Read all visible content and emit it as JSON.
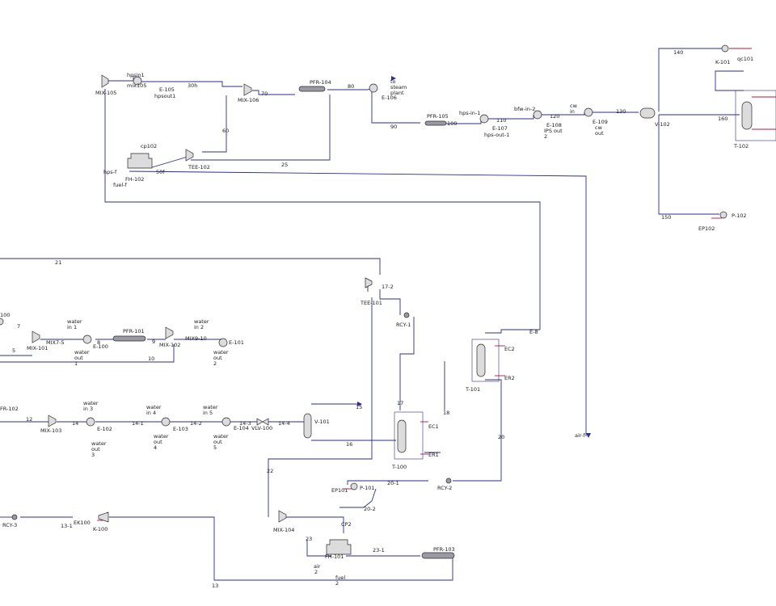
{
  "colors": {
    "material": "#2c2c8a",
    "energy": "#c0143c",
    "equipment": "#dcdcdc"
  },
  "unit_labels": [
    {
      "id": "mix-105",
      "text": "MIX-105"
    },
    {
      "id": "hpsin1",
      "text": "hpsin1"
    },
    {
      "id": "mix105",
      "text": "mix105"
    },
    {
      "id": "e-105",
      "text": "E-105"
    },
    {
      "id": "hpsout1",
      "text": "hpsout1"
    },
    {
      "id": "30h",
      "text": "30h"
    },
    {
      "id": "mix-106",
      "text": "MIX-106"
    },
    {
      "id": "s70",
      "text": "70"
    },
    {
      "id": "pfr-104",
      "text": "PFR-104"
    },
    {
      "id": "s80",
      "text": "80"
    },
    {
      "id": "to-steam",
      "text": "to"
    },
    {
      "id": "to-steam2",
      "text": "steam"
    },
    {
      "id": "to-steam3",
      "text": "plant"
    },
    {
      "id": "e-106",
      "text": "E-106"
    },
    {
      "id": "s60",
      "text": "60"
    },
    {
      "id": "cp102",
      "text": "cp102"
    },
    {
      "id": "hps-f",
      "text": "hps-f"
    },
    {
      "id": "50f",
      "text": "50f"
    },
    {
      "id": "fh-102",
      "text": "FH-102"
    },
    {
      "id": "fuel-f",
      "text": "fuel-f"
    },
    {
      "id": "tee-102",
      "text": "TEE-102"
    },
    {
      "id": "s25",
      "text": "25"
    },
    {
      "id": "s90",
      "text": "90"
    },
    {
      "id": "pfr-105",
      "text": "PFR-105"
    },
    {
      "id": "s100",
      "text": "100"
    },
    {
      "id": "hps-in-1",
      "text": "hps-in-1"
    },
    {
      "id": "s110",
      "text": "110"
    },
    {
      "id": "e-107",
      "text": "E-107"
    },
    {
      "id": "hps-out-1",
      "text": "hps-out-1"
    },
    {
      "id": "bfw-in-2",
      "text": "bfw-in-2"
    },
    {
      "id": "s120",
      "text": "120"
    },
    {
      "id": "e-108",
      "text": "E-108"
    },
    {
      "id": "ips-out",
      "text": "IPS out"
    },
    {
      "id": "ips-2",
      "text": "2"
    },
    {
      "id": "cw-in",
      "text": "cw"
    },
    {
      "id": "cw-in2",
      "text": "in"
    },
    {
      "id": "e-109",
      "text": "E-109"
    },
    {
      "id": "cw-out",
      "text": "cw"
    },
    {
      "id": "cw-out2",
      "text": "out"
    },
    {
      "id": "s130",
      "text": "130"
    },
    {
      "id": "v-102",
      "text": "V-102"
    },
    {
      "id": "s140",
      "text": "140"
    },
    {
      "id": "k-101",
      "text": "K-101"
    },
    {
      "id": "qc101",
      "text": "qc101"
    },
    {
      "id": "s160",
      "text": "160"
    },
    {
      "id": "t-102",
      "text": "T-102"
    },
    {
      "id": "s150",
      "text": "150"
    },
    {
      "id": "p-102",
      "text": "P-102"
    },
    {
      "id": "ep102",
      "text": "EP102"
    },
    {
      "id": "s21",
      "text": "21"
    },
    {
      "id": "s17-2",
      "text": "17-2"
    },
    {
      "id": "tee-101",
      "text": "TEE-101"
    },
    {
      "id": "rcy-1",
      "text": "RCY-1"
    },
    {
      "id": "e-8",
      "text": "E-8"
    },
    {
      "id": "ec2",
      "text": "EC2"
    },
    {
      "id": "er2",
      "text": "ER2"
    },
    {
      "id": "t-101",
      "text": "T-101"
    },
    {
      "id": "s100l",
      "text": "100"
    },
    {
      "id": "s7",
      "text": "7"
    },
    {
      "id": "s5",
      "text": "5"
    },
    {
      "id": "mix-101",
      "text": "MIX-101"
    },
    {
      "id": "mix7-5",
      "text": "MIX7-5"
    },
    {
      "id": "water-in1",
      "text": "water"
    },
    {
      "id": "water-in1b",
      "text": "in 1"
    },
    {
      "id": "s8",
      "text": "8"
    },
    {
      "id": "e-100",
      "text": "E-100"
    },
    {
      "id": "water-out",
      "text": "water"
    },
    {
      "id": "water-outb",
      "text": "out"
    },
    {
      "id": "s1",
      "text": "1"
    },
    {
      "id": "pfr-101",
      "text": "PFR-101"
    },
    {
      "id": "s9",
      "text": "9"
    },
    {
      "id": "mix-102",
      "text": "MIX-102"
    },
    {
      "id": "mix9-10",
      "text": "MIX9-10"
    },
    {
      "id": "water-in2",
      "text": "water"
    },
    {
      "id": "water-in2b",
      "text": "in 2"
    },
    {
      "id": "e-101",
      "text": "E-101"
    },
    {
      "id": "water-out2",
      "text": "water"
    },
    {
      "id": "water-out2b",
      "text": "out"
    },
    {
      "id": "s2",
      "text": "2"
    },
    {
      "id": "s10",
      "text": "10"
    },
    {
      "id": "fr-102",
      "text": "FR-102"
    },
    {
      "id": "s12",
      "text": "12"
    },
    {
      "id": "mix-103",
      "text": "MIX-103"
    },
    {
      "id": "s14",
      "text": "14"
    },
    {
      "id": "water-in3",
      "text": "water"
    },
    {
      "id": "water-in3b",
      "text": "in 3"
    },
    {
      "id": "e-102",
      "text": "E-102"
    },
    {
      "id": "water-out3",
      "text": "water"
    },
    {
      "id": "water-out3b",
      "text": "out"
    },
    {
      "id": "s3",
      "text": "3"
    },
    {
      "id": "s14-1",
      "text": "14-1"
    },
    {
      "id": "water-in4",
      "text": "water"
    },
    {
      "id": "water-in4b",
      "text": "in 4"
    },
    {
      "id": "e-103",
      "text": "E-103"
    },
    {
      "id": "water-out4",
      "text": "water"
    },
    {
      "id": "water-out4b",
      "text": "out"
    },
    {
      "id": "s4",
      "text": "4"
    },
    {
      "id": "s14-2",
      "text": "14-2"
    },
    {
      "id": "water-in5",
      "text": "water"
    },
    {
      "id": "water-in5b",
      "text": "in 5"
    },
    {
      "id": "s14-3",
      "text": "14-3"
    },
    {
      "id": "e-104",
      "text": "E-104"
    },
    {
      "id": "vlv-100",
      "text": "VLV-100"
    },
    {
      "id": "s14-4",
      "text": "14-4"
    },
    {
      "id": "water-out5",
      "text": "water"
    },
    {
      "id": "water-out5b",
      "text": "out"
    },
    {
      "id": "s5b",
      "text": "5"
    },
    {
      "id": "v-101",
      "text": "V-101"
    },
    {
      "id": "s15",
      "text": "15"
    },
    {
      "id": "s16",
      "text": "16"
    },
    {
      "id": "s17",
      "text": "17"
    },
    {
      "id": "ec1",
      "text": "EC1"
    },
    {
      "id": "er1",
      "text": "ER1"
    },
    {
      "id": "t-100",
      "text": "T-100"
    },
    {
      "id": "s18",
      "text": "18"
    },
    {
      "id": "s20",
      "text": "20"
    },
    {
      "id": "air-f",
      "text": "air-f"
    },
    {
      "id": "s22",
      "text": "22"
    },
    {
      "id": "s20-1",
      "text": "20-1"
    },
    {
      "id": "rcy-2",
      "text": "RCY-2"
    },
    {
      "id": "ep101",
      "text": "EP101"
    },
    {
      "id": "p-101",
      "text": "P-101"
    },
    {
      "id": "s20-2",
      "text": "20-2"
    },
    {
      "id": "rcy-3",
      "text": "RCY-3"
    },
    {
      "id": "s13-1",
      "text": "13-1"
    },
    {
      "id": "ek100",
      "text": "EK100"
    },
    {
      "id": "k-100",
      "text": "K-100"
    },
    {
      "id": "mix-104",
      "text": "MIX-104"
    },
    {
      "id": "cp2",
      "text": "CP2"
    },
    {
      "id": "s23",
      "text": "23"
    },
    {
      "id": "fh-101",
      "text": "FH-101"
    },
    {
      "id": "s23-1",
      "text": "23-1"
    },
    {
      "id": "pfr-103",
      "text": "PFR-103"
    },
    {
      "id": "air2",
      "text": "air"
    },
    {
      "id": "air2b",
      "text": "2"
    },
    {
      "id": "fuel2",
      "text": "fuel"
    },
    {
      "id": "fuel2b",
      "text": "2"
    },
    {
      "id": "s13",
      "text": "13"
    }
  ]
}
